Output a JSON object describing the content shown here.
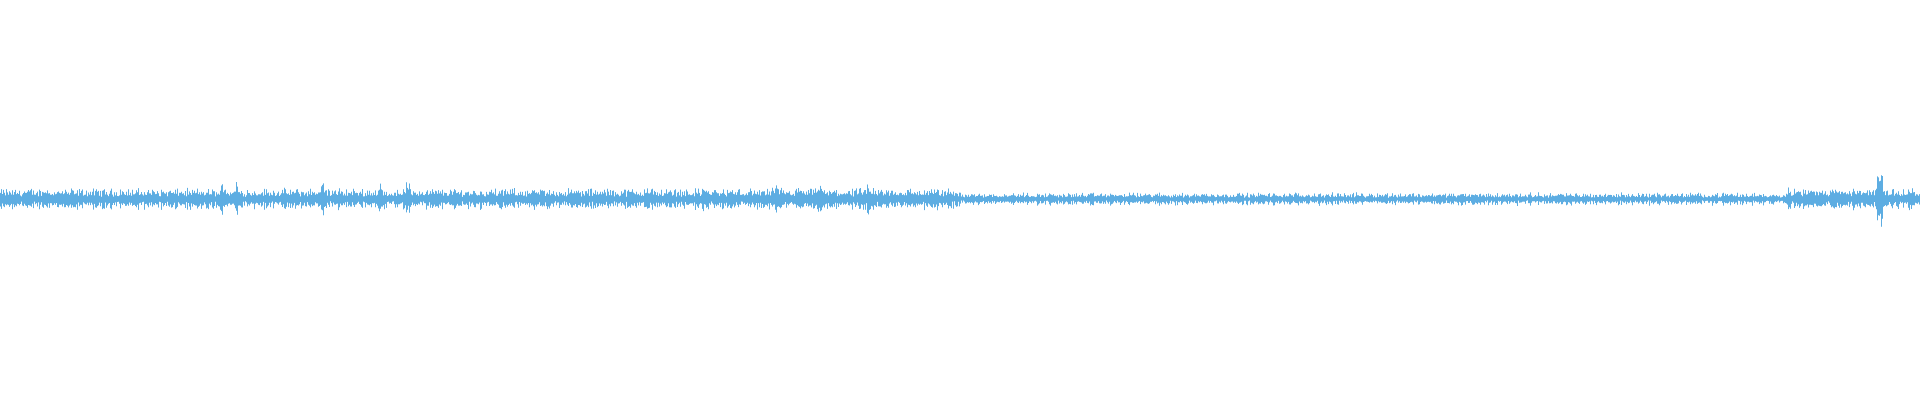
{
  "waveform": {
    "color": "#5dade2",
    "background": "#ffffff",
    "baseline_amplitude": 0.015,
    "bursts": [
      {
        "t": 0.024,
        "amp": 0.03
      },
      {
        "t": 0.065,
        "amp": 0.025
      },
      {
        "t": 0.116,
        "amp": 0.045
      },
      {
        "t": 0.123,
        "amp": 0.05
      },
      {
        "t": 0.168,
        "amp": 0.045
      },
      {
        "t": 0.198,
        "amp": 0.035
      },
      {
        "t": 0.212,
        "amp": 0.045
      },
      {
        "t": 0.337,
        "amp": 0.03
      },
      {
        "t": 0.367,
        "amp": 0.035
      },
      {
        "t": 0.404,
        "amp": 0.035
      },
      {
        "t": 0.416,
        "amp": 0.03
      },
      {
        "t": 0.427,
        "amp": 0.045
      },
      {
        "t": 0.452,
        "amp": 0.035
      },
      {
        "t": 0.462,
        "amp": 0.03
      },
      {
        "t": 0.488,
        "amp": 0.025
      },
      {
        "t": 0.932,
        "amp": 0.03
      },
      {
        "t": 0.955,
        "amp": 0.03
      },
      {
        "t": 0.979,
        "amp": 0.09
      },
      {
        "t": 0.995,
        "amp": 0.03
      }
    ]
  }
}
